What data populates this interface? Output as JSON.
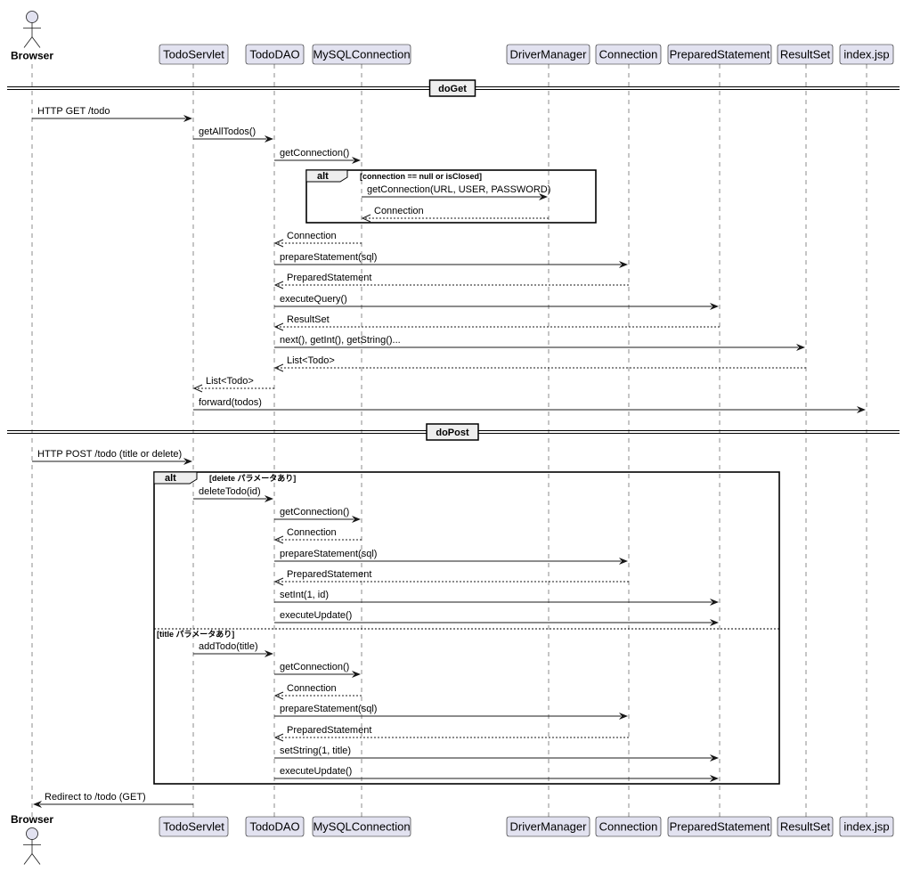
{
  "participants": [
    {
      "id": "browser",
      "label": "Browser",
      "kind": "actor"
    },
    {
      "id": "servlet",
      "label": "TodoServlet",
      "kind": "box"
    },
    {
      "id": "dao",
      "label": "TodoDAO",
      "kind": "box"
    },
    {
      "id": "mysql",
      "label": "MySQLConnection",
      "kind": "box"
    },
    {
      "id": "dm",
      "label": "DriverManager",
      "kind": "box"
    },
    {
      "id": "conn",
      "label": "Connection",
      "kind": "box"
    },
    {
      "id": "ps",
      "label": "PreparedStatement",
      "kind": "box"
    },
    {
      "id": "rs",
      "label": "ResultSet",
      "kind": "box"
    },
    {
      "id": "jsp",
      "label": "index.jsp",
      "kind": "box"
    }
  ],
  "dividers": [
    {
      "label": "doGet"
    },
    {
      "label": "doPost"
    }
  ],
  "messages": [
    {
      "from": "browser",
      "to": "servlet",
      "label": "HTTP GET /todo",
      "type": "call"
    },
    {
      "from": "servlet",
      "to": "dao",
      "label": "getAllTodos()",
      "type": "call"
    },
    {
      "from": "dao",
      "to": "mysql",
      "label": "getConnection()",
      "type": "call"
    },
    {
      "from": "mysql",
      "to": "dm",
      "label": "getConnection(URL, USER, PASSWORD)",
      "type": "call"
    },
    {
      "from": "dm",
      "to": "mysql",
      "label": "Connection",
      "type": "return"
    },
    {
      "from": "mysql",
      "to": "dao",
      "label": "Connection",
      "type": "return"
    },
    {
      "from": "dao",
      "to": "conn",
      "label": "prepareStatement(sql)",
      "type": "call"
    },
    {
      "from": "conn",
      "to": "dao",
      "label": "PreparedStatement",
      "type": "return"
    },
    {
      "from": "dao",
      "to": "ps",
      "label": "executeQuery()",
      "type": "call"
    },
    {
      "from": "ps",
      "to": "dao",
      "label": "ResultSet",
      "type": "return"
    },
    {
      "from": "dao",
      "to": "rs",
      "label": "next(), getInt(), getString()...",
      "type": "call"
    },
    {
      "from": "rs",
      "to": "dao",
      "label": "List<Todo>",
      "type": "return"
    },
    {
      "from": "dao",
      "to": "servlet",
      "label": "List<Todo>",
      "type": "return"
    },
    {
      "from": "servlet",
      "to": "jsp",
      "label": "forward(todos)",
      "type": "call"
    },
    {
      "from": "browser",
      "to": "servlet",
      "label": "HTTP POST /todo (title or delete)",
      "type": "call"
    },
    {
      "from": "servlet",
      "to": "dao",
      "label": "deleteTodo(id)",
      "type": "call"
    },
    {
      "from": "dao",
      "to": "mysql",
      "label": "getConnection()",
      "type": "call"
    },
    {
      "from": "mysql",
      "to": "dao",
      "label": "Connection",
      "type": "return"
    },
    {
      "from": "dao",
      "to": "conn",
      "label": "prepareStatement(sql)",
      "type": "call"
    },
    {
      "from": "conn",
      "to": "dao",
      "label": "PreparedStatement",
      "type": "return"
    },
    {
      "from": "dao",
      "to": "ps",
      "label": "setInt(1, id)",
      "type": "call"
    },
    {
      "from": "dao",
      "to": "ps",
      "label": "executeUpdate()",
      "type": "call"
    },
    {
      "from": "servlet",
      "to": "dao",
      "label": "addTodo(title)",
      "type": "call"
    },
    {
      "from": "dao",
      "to": "mysql",
      "label": "getConnection()",
      "type": "call"
    },
    {
      "from": "mysql",
      "to": "dao",
      "label": "Connection",
      "type": "return"
    },
    {
      "from": "dao",
      "to": "conn",
      "label": "prepareStatement(sql)",
      "type": "call"
    },
    {
      "from": "conn",
      "to": "dao",
      "label": "PreparedStatement",
      "type": "return"
    },
    {
      "from": "dao",
      "to": "ps",
      "label": "setString(1, title)",
      "type": "call"
    },
    {
      "from": "dao",
      "to": "ps",
      "label": "executeUpdate()",
      "type": "call"
    },
    {
      "from": "servlet",
      "to": "browser",
      "label": "Redirect to /todo (GET)",
      "type": "call"
    }
  ],
  "fragments": [
    {
      "keyword": "alt",
      "guard": "[connection == null or isClosed]"
    },
    {
      "keyword": "alt",
      "guard": "[delete パラメータあり]",
      "else_guard": "[title パラメータあり]"
    }
  ]
}
